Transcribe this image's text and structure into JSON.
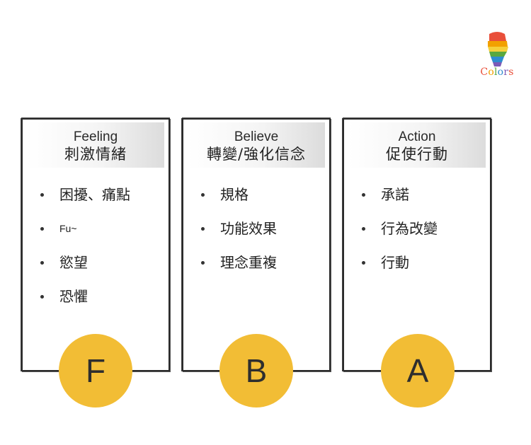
{
  "logo": {
    "text_parts": [
      "C",
      "o",
      "l",
      "o",
      "r",
      "s"
    ]
  },
  "cards": [
    {
      "letter": "F",
      "title_en": "Feeling",
      "title_zh": "刺激情緒",
      "items": [
        "困擾、痛點",
        "Fu~",
        "慾望",
        "恐懼"
      ]
    },
    {
      "letter": "B",
      "title_en": "Believe",
      "title_zh": "轉變/強化信念",
      "items": [
        "規格",
        "功能效果",
        "理念重複"
      ]
    },
    {
      "letter": "A",
      "title_en": "Action",
      "title_zh": "促使行動",
      "items": [
        "承諾",
        "行為改變",
        "行動"
      ]
    }
  ],
  "colors": {
    "circle_fill": "#f2bd35",
    "border": "#2b2b2b"
  }
}
